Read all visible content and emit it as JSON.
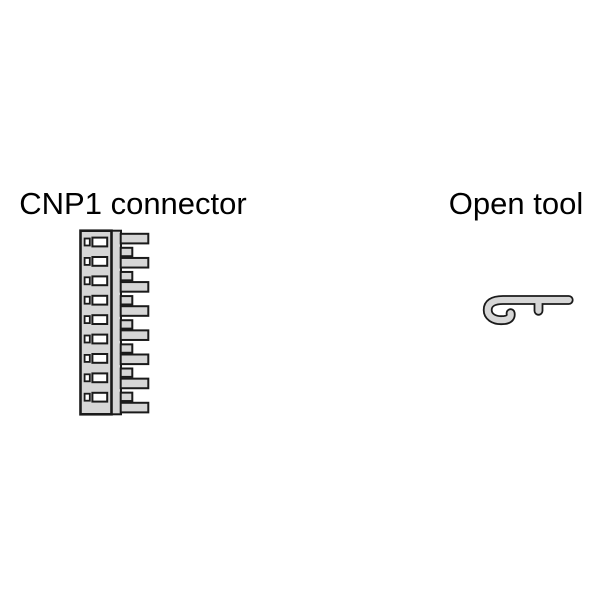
{
  "figure": {
    "items": [
      {
        "label": "CNP1 connector",
        "icon": "cnp1-connector-diagram"
      },
      {
        "label": "Open tool",
        "icon": "open-tool-diagram"
      }
    ]
  },
  "connector_diagram": {
    "cell_rows": 9,
    "long_teeth": 8,
    "short_teeth": 7
  },
  "colors": {
    "outline": "#1a1a1a",
    "fill": "#d6d6d6",
    "cell_fill": "#ffffff",
    "text": "#000000",
    "background": "#ffffff"
  }
}
